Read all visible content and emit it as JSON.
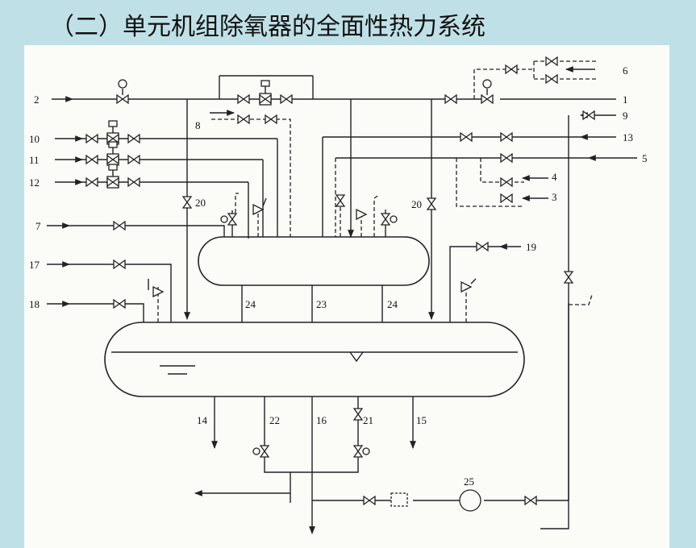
{
  "title": "（二）单元机组除氧器的全面性热力系统",
  "labels": {
    "l1": "1",
    "l2": "2",
    "l3": "3",
    "l4": "4",
    "l5": "5",
    "l6": "6",
    "l7": "7",
    "l8": "8",
    "l9": "9",
    "l10": "10",
    "l11": "11",
    "l12": "12",
    "l13": "13",
    "l14": "14",
    "l15": "15",
    "l16": "16",
    "l17": "17",
    "l18": "18",
    "l19": "19",
    "l20a": "20",
    "l20b": "20",
    "l21": "21",
    "l22": "22",
    "l23": "23",
    "l24a": "24",
    "l24b": "24",
    "l25": "25"
  }
}
